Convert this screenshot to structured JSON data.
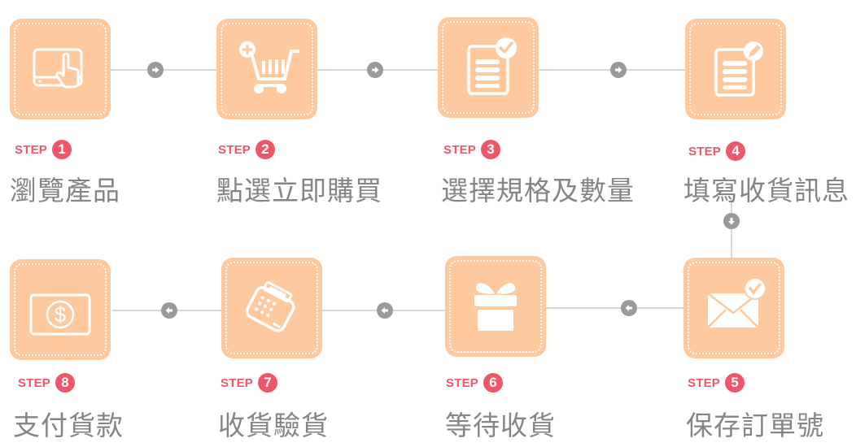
{
  "diagram": {
    "type": "process-flow",
    "layout": "two-row serpentine (row 1 left-to-right, then down, row 2 right-to-left)",
    "colors": {
      "tile_fill": "#ffc9a0",
      "tile_dotted_border": "#fff5ec",
      "step_accent": "#f0566a",
      "connector_line": "#d8d8d8",
      "arrow_circle": "#9a9a9a",
      "title_text": "#858585"
    },
    "step_word": "STEP",
    "steps": [
      {
        "number": "1",
        "title": "瀏覽產品",
        "icon": "tablet-touch-icon"
      },
      {
        "number": "2",
        "title": "點選立即購買",
        "icon": "add-to-cart-icon"
      },
      {
        "number": "3",
        "title": "選擇規格及數量",
        "icon": "checked-document-icon"
      },
      {
        "number": "4",
        "title": "填寫收貨訊息",
        "icon": "edit-document-icon"
      },
      {
        "number": "5",
        "title": "保存訂單號",
        "icon": "checked-envelope-icon"
      },
      {
        "number": "6",
        "title": "等待收貨",
        "icon": "gift-box-icon"
      },
      {
        "number": "7",
        "title": "收貨驗貨",
        "icon": "cash-register-icon"
      },
      {
        "number": "8",
        "title": "支付貨款",
        "icon": "dollar-bill-icon"
      }
    ],
    "connectors": [
      {
        "from": "1",
        "to": "2",
        "direction": "right"
      },
      {
        "from": "2",
        "to": "3",
        "direction": "right"
      },
      {
        "from": "3",
        "to": "4",
        "direction": "right"
      },
      {
        "from": "4",
        "to": "5",
        "direction": "down"
      },
      {
        "from": "5",
        "to": "6",
        "direction": "left"
      },
      {
        "from": "6",
        "to": "7",
        "direction": "left"
      },
      {
        "from": "7",
        "to": "8",
        "direction": "left"
      }
    ]
  }
}
